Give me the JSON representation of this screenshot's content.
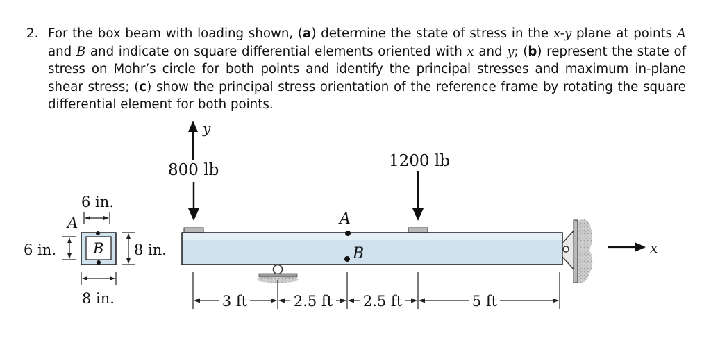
{
  "problem": {
    "number": "2.",
    "text_part1": "For the box beam with loading shown, (",
    "part_a": "a",
    "text_part2": ") determine the state of stress in the ",
    "plane_label": "x-y",
    "text_part3": " plane at points ",
    "point_a": "A",
    "text_part4": " and ",
    "point_b": "B",
    "text_part5": " and indicate on square differential elements oriented with ",
    "axis_x": "x",
    "text_part6": " and ",
    "axis_y": "y",
    "text_part7": "; (",
    "part_b": "b",
    "text_part8": ") represent the state of stress on Mohr’s circle for both points and identify the principal stresses and maximum in-plane shear stress; (",
    "part_c": "c",
    "text_part9": ") show the principal stress orientation of the reference frame by rotating the square differential element for both points."
  },
  "diagram": {
    "axis_y_label": "y",
    "axis_x_label": "x",
    "load_left": "800 lb",
    "load_right": "1200 lb",
    "point_a_label": "A",
    "point_b_label": "B",
    "section": {
      "top_dim": "6 in.",
      "left_dim": "6 in.",
      "right_dim": "8 in.",
      "bottom_dim": "8 in.",
      "point_a": "A",
      "point_b": "B"
    },
    "spans": [
      "3 ft",
      "2.5 ft",
      "2.5 ft",
      "5 ft"
    ],
    "colors": {
      "beam_fill": "#cfe2ee",
      "beam_stroke": "#1a1a1a",
      "support_gray": "#b8b8b8"
    }
  }
}
